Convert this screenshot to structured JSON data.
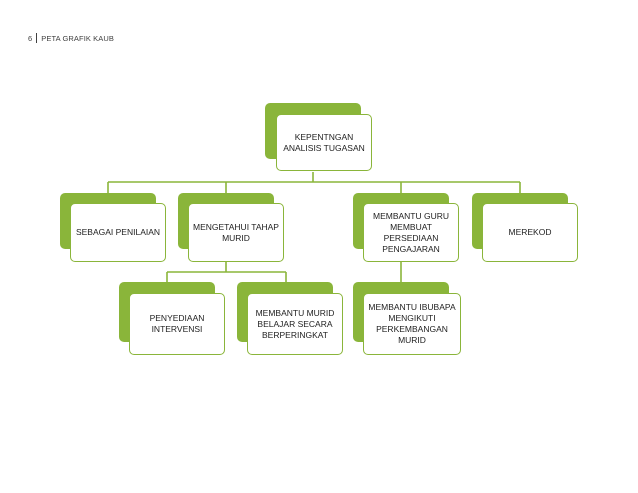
{
  "header": {
    "page_number": "6",
    "title": "PETA GRAFIK KAUB"
  },
  "colors": {
    "accent": "#8ab53a",
    "line": "#8ab53a",
    "text": "#222222"
  },
  "diagram": {
    "root": "KEPENTNGAN\nANALISIS TUGASAN",
    "level1": [
      "SEBAGAI PENILAIAN",
      "MENGETAHUI TAHAP\nMURID",
      "MEMBANTU GURU\nMEMBUAT\nPERSEDIAAN\nPENGAJARAN",
      "MEREKOD"
    ],
    "level2_under_mengetahui": [
      "PENYEDIAAN\nINTERVENSI",
      "MEMBANTU MURID\nBELAJAR SECARA\nBERPERINGKAT"
    ],
    "level2_under_membantu_guru": [
      "MEMBANTU IBUBAPA\nMENGIKUTI\nPERKEMBANGAN\nMURID"
    ]
  }
}
